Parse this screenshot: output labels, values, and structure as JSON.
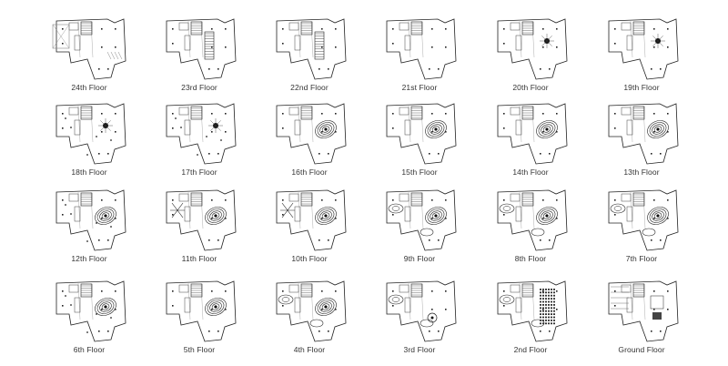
{
  "floors": [
    {
      "label": "24th Floor",
      "features": [
        "void",
        "hatch"
      ]
    },
    {
      "label": "23rd Floor",
      "features": [
        "stairs"
      ]
    },
    {
      "label": "22nd Floor",
      "features": [
        "stairs"
      ]
    },
    {
      "label": "21st Floor",
      "features": []
    },
    {
      "label": "20th Floor",
      "features": [
        "node"
      ]
    },
    {
      "label": "19th Floor",
      "features": [
        "node"
      ]
    },
    {
      "label": "18th Floor",
      "features": [
        "node",
        "dots"
      ]
    },
    {
      "label": "17th Floor",
      "features": [
        "node",
        "dots"
      ]
    },
    {
      "label": "16th Floor",
      "features": [
        "contour"
      ]
    },
    {
      "label": "15th Floor",
      "features": [
        "contour"
      ]
    },
    {
      "label": "14th Floor",
      "features": [
        "contour"
      ]
    },
    {
      "label": "13th Floor",
      "features": [
        "contour"
      ]
    },
    {
      "label": "12th Floor",
      "features": [
        "contour",
        "dots"
      ]
    },
    {
      "label": "11th Floor",
      "features": [
        "cross",
        "contour"
      ]
    },
    {
      "label": "10th Floor",
      "features": [
        "cross",
        "contour"
      ]
    },
    {
      "label": "9th Floor",
      "features": [
        "contour",
        "loops"
      ]
    },
    {
      "label": "8th Floor",
      "features": [
        "contour",
        "loops"
      ]
    },
    {
      "label": "7th Floor",
      "features": [
        "contour",
        "loops"
      ]
    },
    {
      "label": "6th Floor",
      "features": [
        "contour",
        "dots"
      ]
    },
    {
      "label": "5th Floor",
      "features": [
        "contour"
      ]
    },
    {
      "label": "4th Floor",
      "features": [
        "loops",
        "contour"
      ]
    },
    {
      "label": "3rd Floor",
      "features": [
        "loops",
        "circle"
      ]
    },
    {
      "label": "2nd Floor",
      "features": [
        "loops",
        "seating"
      ]
    },
    {
      "label": "Ground Floor",
      "features": [
        "grid"
      ]
    }
  ]
}
